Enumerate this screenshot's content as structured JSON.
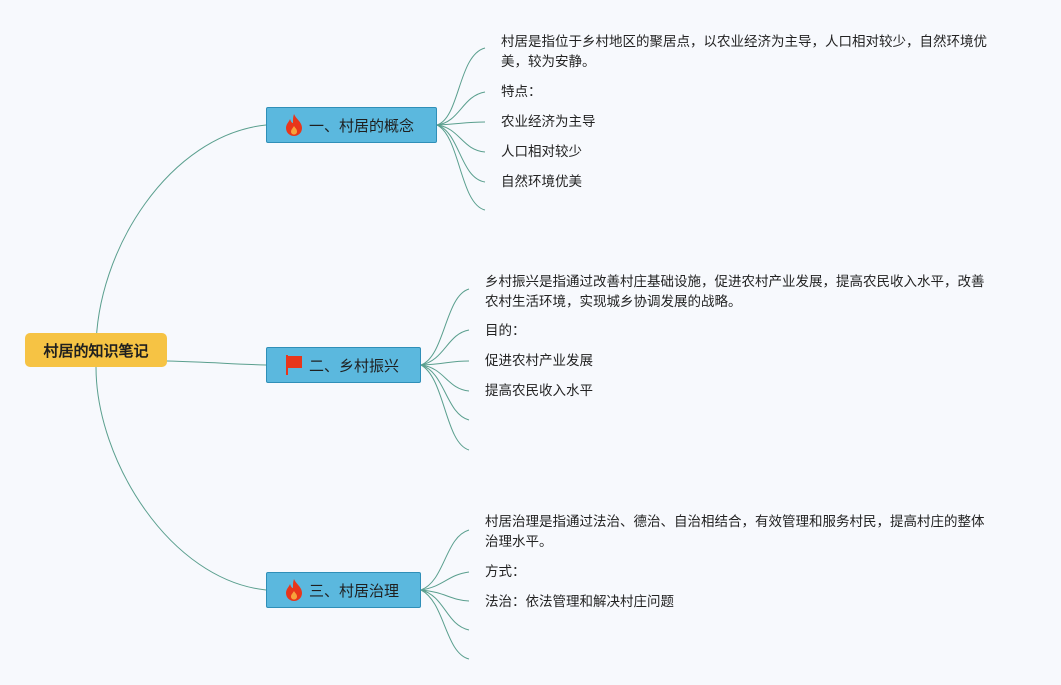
{
  "root": {
    "label": "村居的知识笔记"
  },
  "branches": [
    {
      "label": "一、村居的概念",
      "icon": "fire-icon",
      "icon_color": "#e8361b",
      "items": [
        "村居是指位于乡村地区的聚居点，以农业经济为主导，人口相对较少，自然环境优美，较为安静。",
        "特点：",
        "农业经济为主导",
        "人口相对较少",
        "自然环境优美"
      ]
    },
    {
      "label": "二、乡村振兴",
      "icon": "flag-icon",
      "icon_color": "#e8361b",
      "items": [
        "乡村振兴是指通过改善村庄基础设施，促进农村产业发展，提高农民收入水平，改善农村生活环境，实现城乡协调发展的战略。",
        "目的：",
        "促进农村产业发展",
        "提高农民收入水平"
      ]
    },
    {
      "label": "三、村居治理",
      "icon": "fire-icon",
      "icon_color": "#e8361b",
      "items": [
        "村居治理是指通过法治、德治、自治相结合，有效管理和服务村民，提高村庄的整体治理水平。",
        "方式：",
        "法治：依法管理和解决村庄问题"
      ]
    }
  ],
  "colors": {
    "root_fill": "#f6c344",
    "branch_fill": "#5bb8de",
    "branch_border": "#2f8fb8",
    "connector": "#5a9f8e",
    "background": "#f7f9fd"
  }
}
